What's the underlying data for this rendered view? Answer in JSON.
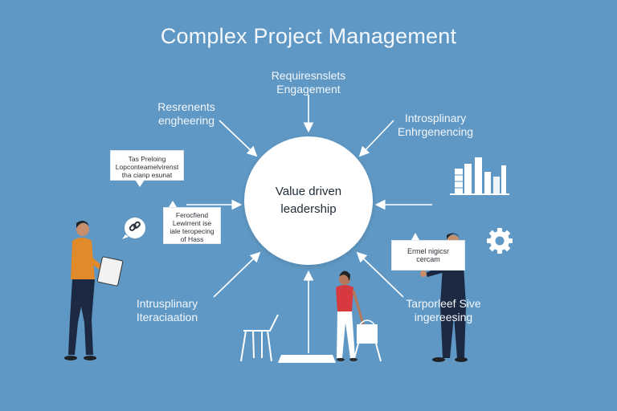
{
  "title": "Complex Project Management",
  "hub": {
    "line1": "Value driven",
    "line2": "leadership"
  },
  "labels": {
    "top": {
      "line1": "Requiresnslets",
      "line2": "Engagement"
    },
    "upper_left": {
      "line1": "Resrenents",
      "line2": "engheering"
    },
    "upper_right": {
      "line1": "Introsplinary",
      "line2": "Enhrgenencing"
    },
    "lower_left": {
      "line1": "Intrusplinary",
      "line2": "Iteraciaation"
    },
    "lower_right": {
      "line1": "Tarporleef Sive",
      "line2": "ingereesing"
    }
  },
  "bubbles": {
    "b1": {
      "line1": "Tas Preloing",
      "line2": "Lopconteamelvirenst",
      "line3": "tha cianp esunat"
    },
    "b2": {
      "line1": "Ferocfiend",
      "line2": "Lewirrent ise",
      "line3": "iale teropecing",
      "line4": "of Hass"
    },
    "b3": {
      "line1": "Ermel nigicsr",
      "line2": "cercam"
    }
  },
  "colors": {
    "background": "#5f98c4",
    "hub": "#ffffff",
    "arrow": "#ffffff"
  }
}
